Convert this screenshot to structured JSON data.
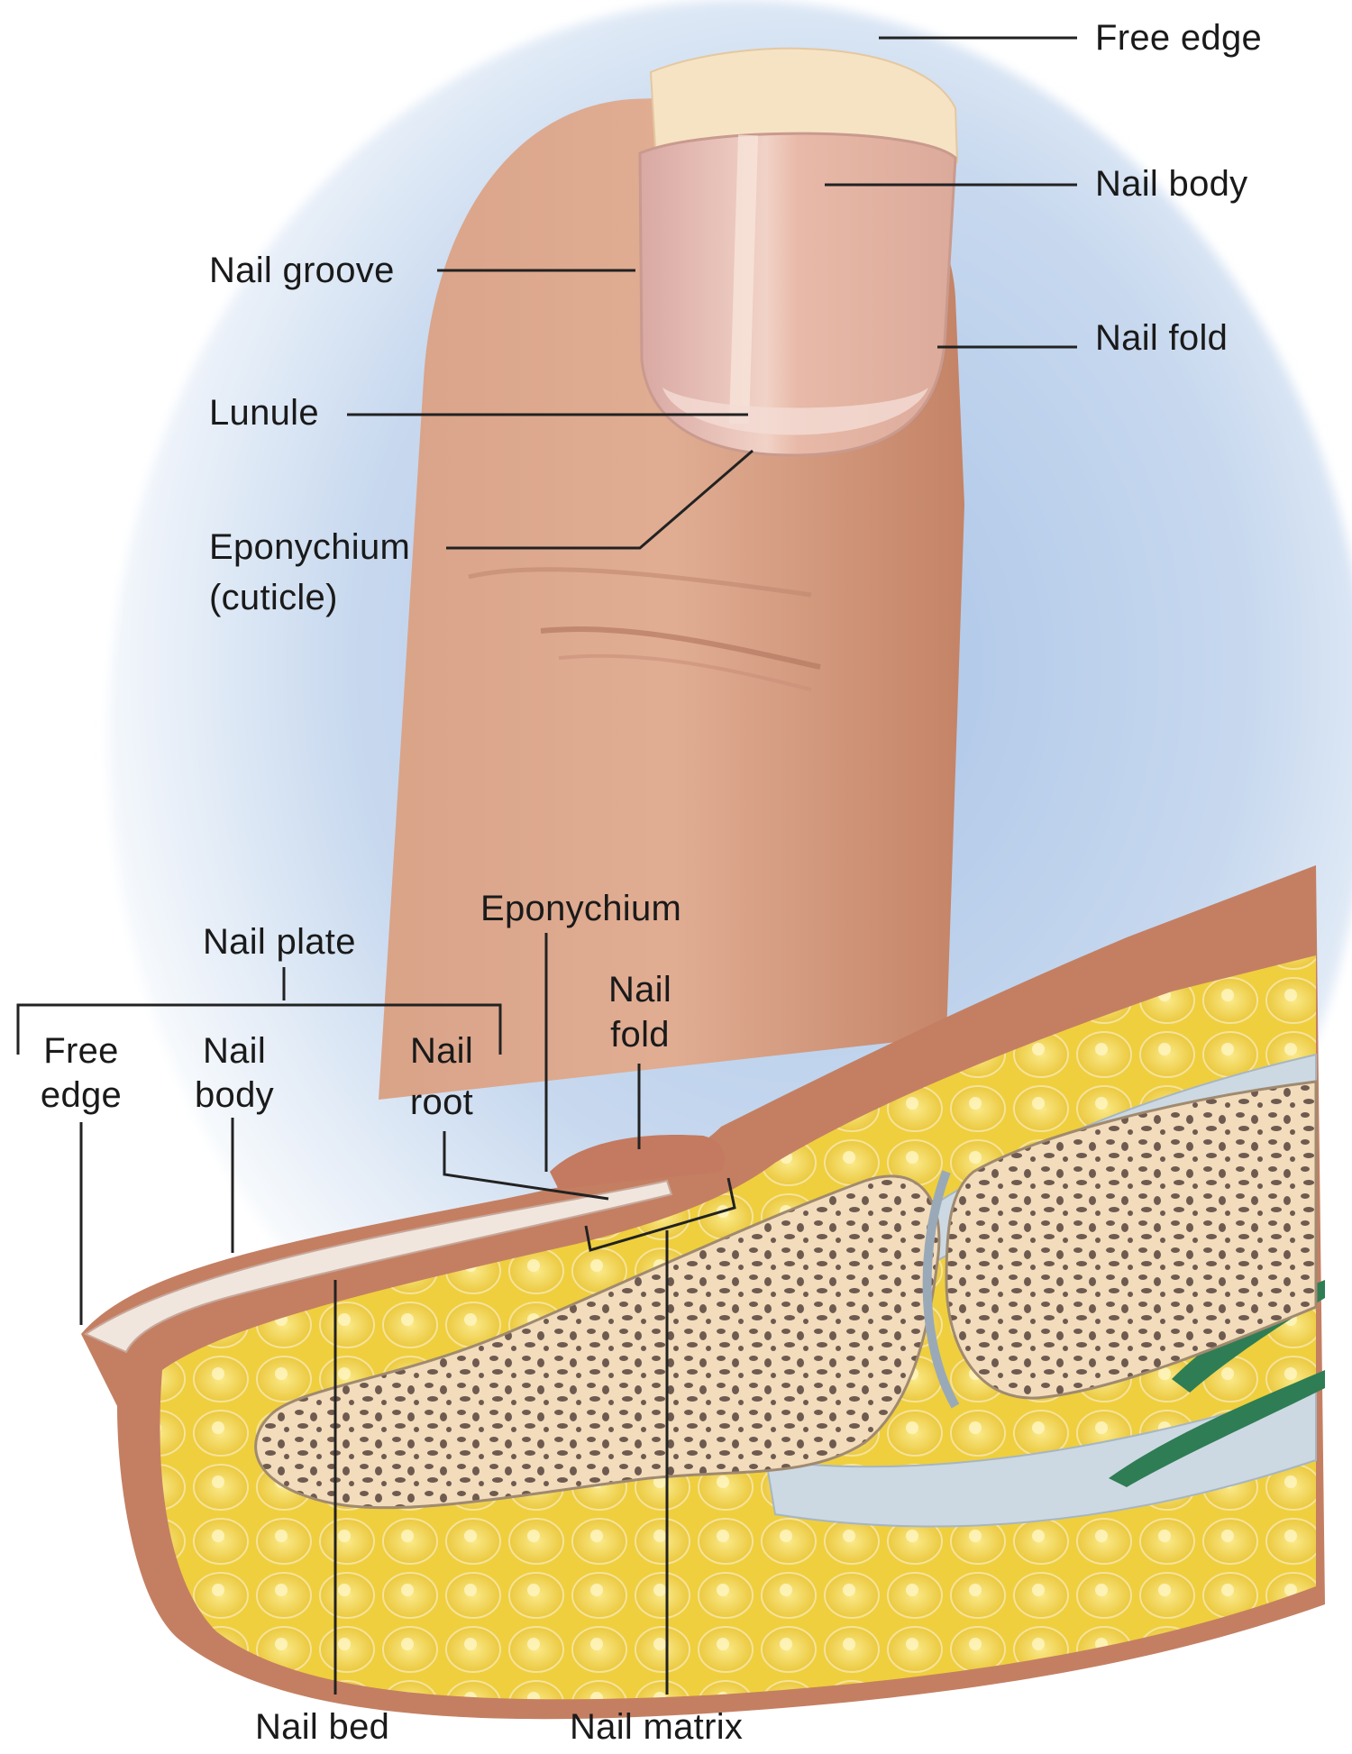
{
  "diagram": {
    "subject": "Fingernail anatomy",
    "views": [
      "Surface view of fingertip",
      "Sagittal section of fingertip"
    ]
  },
  "top_view": {
    "labels": [
      {
        "id": "free-edge",
        "text": "Free edge"
      },
      {
        "id": "nail-body",
        "text": "Nail body"
      },
      {
        "id": "nail-groove",
        "text": "Nail groove"
      },
      {
        "id": "nail-fold",
        "text": "Nail fold"
      },
      {
        "id": "lunule",
        "text": "Lunule"
      },
      {
        "id": "eponychium-line1",
        "text": "Eponychium"
      },
      {
        "id": "eponychium-line2",
        "text": "(cuticle)"
      }
    ]
  },
  "section_view": {
    "group_label": "Nail plate",
    "labels": [
      {
        "id": "eponychium",
        "text": "Eponychium"
      },
      {
        "id": "nail-fold-1",
        "text": "Nail"
      },
      {
        "id": "nail-fold-2",
        "text": "fold"
      },
      {
        "id": "free-edge-1",
        "text": "Free"
      },
      {
        "id": "free-edge-2",
        "text": "edge"
      },
      {
        "id": "nail-body-1",
        "text": "Nail"
      },
      {
        "id": "nail-body-2",
        "text": "body"
      },
      {
        "id": "nail-root-1",
        "text": "Nail"
      },
      {
        "id": "nail-root-2",
        "text": "root"
      },
      {
        "id": "nail-bed",
        "text": "Nail bed"
      },
      {
        "id": "nail-matrix",
        "text": "Nail matrix"
      }
    ]
  },
  "colors": {
    "background_blue": "#b7cde9",
    "skin": "#dba58a",
    "skin_dark": "#c98a6d",
    "nail": "#e9b9a8",
    "free_edge": "#f6e3c4",
    "fat": "#f1d34a",
    "bone": "#f3dfc0",
    "bone_pores": "#6e5a4f",
    "ligament": "#c9d6df",
    "tendon_green": "#2e7d55",
    "label_text": "#1a1a1a",
    "leader_line": "#222222"
  }
}
